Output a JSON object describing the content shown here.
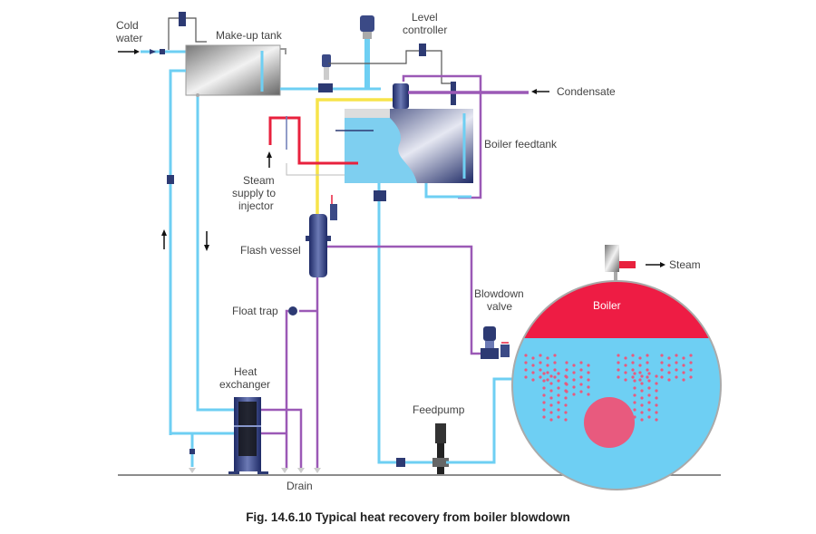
{
  "figure": {
    "caption": "Fig. 14.6.10 Typical heat recovery from boiler blowdown"
  },
  "labels": {
    "cold_water_1": "Cold",
    "cold_water_2": "water",
    "makeup_tank": "Make-up tank",
    "level_controller_1": "Level",
    "level_controller_2": "controller",
    "condensate": "Condensate",
    "boiler_feedtank": "Boiler feedtank",
    "steam_supply_1": "Steam",
    "steam_supply_2": "supply to",
    "steam_supply_3": "injector",
    "flash_vessel": "Flash vessel",
    "float_trap": "Float trap",
    "heat_exchanger_1": "Heat",
    "heat_exchanger_2": "exchanger",
    "drain": "Drain",
    "feedpump": "Feedpump",
    "blowdown_valve_1": "Blowdown",
    "blowdown_valve_2": "valve",
    "boiler": "Boiler",
    "steam": "Steam"
  },
  "colors": {
    "water": "#6ecff3",
    "flash_line": "#9b59b6",
    "steam_line": "#e8213d",
    "injector_line": "#f7e44a",
    "boiler_steam_space": "#ee1c44",
    "furnace": "#e85a7e"
  }
}
